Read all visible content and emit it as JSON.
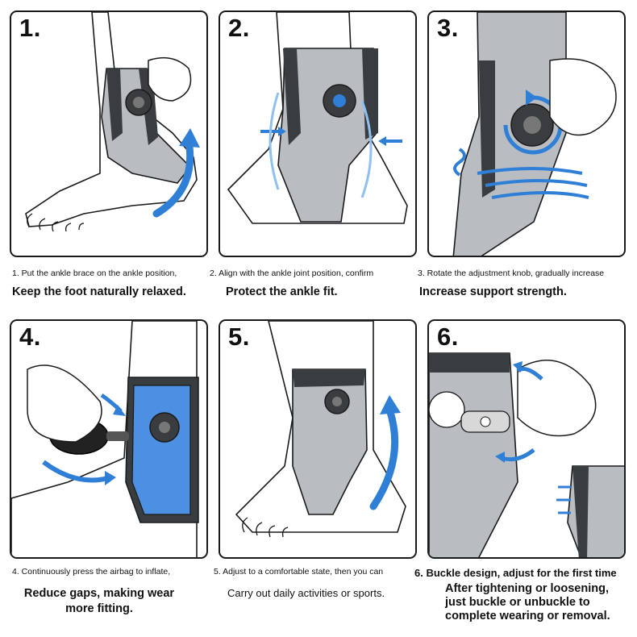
{
  "steps": [
    {
      "number": "1.",
      "caption": "1. Put the ankle brace on the ankle position,",
      "detail": "Keep the foot naturally relaxed."
    },
    {
      "number": "2.",
      "caption": "2. Align with the ankle joint position, confirm",
      "detail": "Protect the ankle fit."
    },
    {
      "number": "3.",
      "caption": "3. Rotate the adjustment knob, gradually increase",
      "detail": "Increase support strength."
    },
    {
      "number": "4.",
      "caption": "4. Continuously press the airbag to inflate,",
      "detail_line1": "Reduce gaps, making wear",
      "detail_line2": "more fitting."
    },
    {
      "number": "5.",
      "caption": "5. Adjust to a comfortable state, then you can",
      "detail": "Carry out daily activities or sports."
    },
    {
      "number": "6.",
      "caption": "6. Buckle design, adjust for the first time",
      "detail_line1": "After tightening or loosening,",
      "detail_line2": "just buckle or unbuckle to",
      "detail_line3": "complete wearing or removal."
    }
  ],
  "colors": {
    "arrow": "#2f7fd6",
    "brace_frame": "#b9bdc1",
    "strap": "#3a3d40",
    "airbag": "#4d8fe0",
    "outline": "#1a1a1a"
  },
  "icons": [
    "ankle-brace-illustration",
    "rotation-arrow-icon",
    "pump-bulb-icon",
    "buckle-icon"
  ]
}
